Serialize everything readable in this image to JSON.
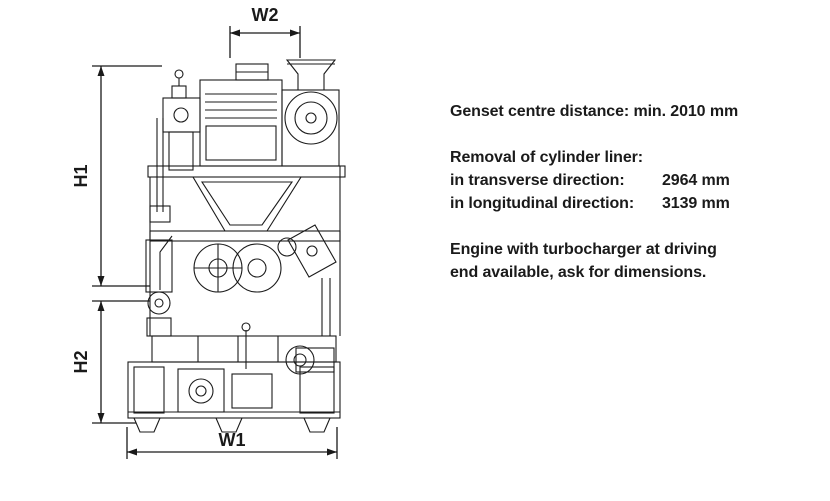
{
  "labels": {
    "w1": "W1",
    "w2": "W2",
    "h1": "H1",
    "h2": "H2"
  },
  "notes": {
    "genset": "Genset centre distance: min. 2010 mm",
    "liner_title": "Removal of cylinder liner:",
    "liner_rows": [
      {
        "label": "in transverse direction:",
        "value": "2964 mm"
      },
      {
        "label": "in longitudinal direction:",
        "value": "3139 mm"
      }
    ],
    "turbo_line1": "Engine with turbocharger at driving",
    "turbo_line2": "end available, ask for dimensions."
  }
}
